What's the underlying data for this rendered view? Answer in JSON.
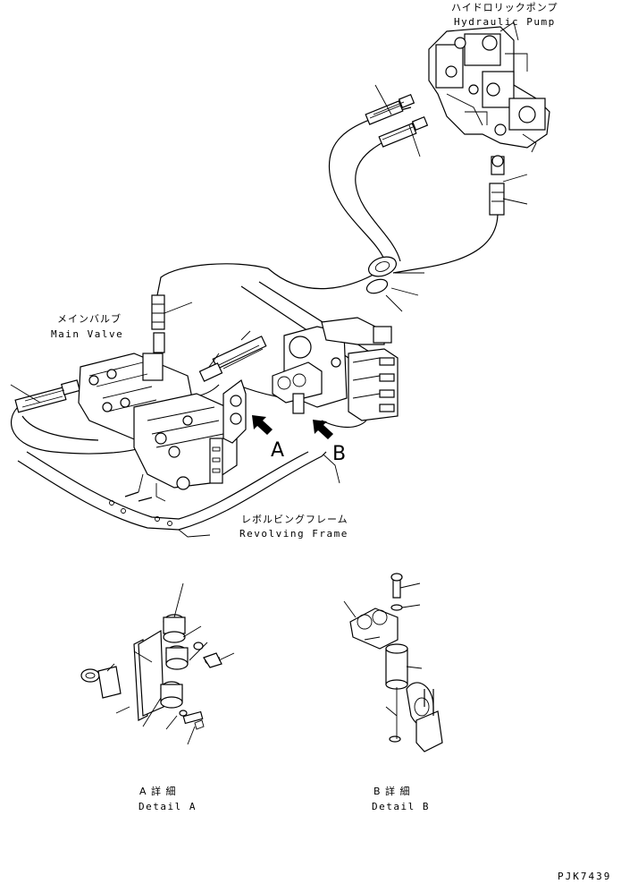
{
  "labels": {
    "hydraulic_pump_jp": "ハイドロリックポンプ",
    "hydraulic_pump_en": "Hydraulic Pump",
    "main_valve_jp": "メインバルブ",
    "main_valve_en": "Main Valve",
    "revolving_frame_jp": "レボルビングフレーム",
    "revolving_frame_en": "Revolving Frame",
    "view_a": "A",
    "view_b": "B",
    "detail_a_jp": "A 詳 細",
    "detail_a_en": "Detail A",
    "detail_b_jp": "B 詳 細",
    "detail_b_en": "Detail B",
    "drawing_code": "PJK7439"
  }
}
